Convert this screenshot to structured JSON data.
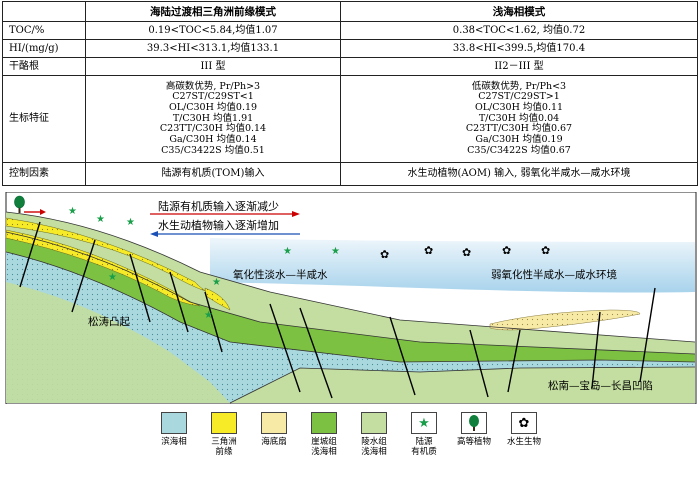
{
  "table": {
    "corner": "",
    "col1_title": "海陆过渡相三角洲前缘模式",
    "col2_title": "浅海相模式",
    "rows": {
      "toc": {
        "label": "TOC/%",
        "col1": "0.19<TOC<5.84,均值1.07",
        "col2": "0.38<TOC<1.62, 均值0.72"
      },
      "hi": {
        "label": "HI/(mg/g)",
        "col1": "39.3<HI<313.1,均值133.1",
        "col2": "33.8<HI<399.5,均值170.4"
      },
      "kerogen": {
        "label": "干酪根",
        "col1": "III 型",
        "col2": "II2－III 型"
      },
      "biomarker": {
        "label": "生标特征",
        "col1": [
          "高碳数优势, Pr/Ph>3",
          "C27ST/C29ST<1",
          "OL/C30H 均值0.19",
          "T/C30H 均值1.91",
          "C23TT/C30H 均值0.14",
          "Ga/C30H 均值0.14",
          "C35/C3422S 均值0.51"
        ],
        "col2": [
          "低碳数优势, Pr/Ph<3",
          "C27ST/C29ST>1",
          "OL/C30H 均值0.11",
          "T/C30H 均值0.04",
          "C23TT/C30H 均值0.67",
          "Ga/C30H 均值0.19",
          "C35/C3422S 均值0.67"
        ]
      },
      "control": {
        "label": "控制因素",
        "col1": "陆源有机质(TOM)输入",
        "col2": "水生动植物(AOM) 输入, 弱氧化半咸水—咸水环境"
      }
    }
  },
  "section": {
    "arrow_text_1": "陆源有机质输入逐渐减少",
    "arrow_text_2": "水生动植物输入逐渐增加",
    "env_left": "氧化性淡水—半咸水",
    "env_right": "弱氧化性半咸水—咸水环境",
    "uplift": "松涛凸起",
    "depression": "松南—宝岛—长昌凹陷"
  },
  "legend": [
    {
      "label": "滨海相",
      "color": "#a9d8de"
    },
    {
      "label": "三角洲\n前缘",
      "color": "#f7ea27"
    },
    {
      "label": "海底扇",
      "color": "#f7e9a6"
    },
    {
      "label": "崖城组\n浅海相",
      "color": "#7dc142"
    },
    {
      "label": "陵水组\n浅海相",
      "color": "#c3dea0"
    },
    {
      "label": "陆源\n有机质",
      "color": "#1a9e4a"
    },
    {
      "label": "高等植物",
      "color": "#0f7f3b"
    },
    {
      "label": "水生生物",
      "color": "#000000"
    }
  ]
}
